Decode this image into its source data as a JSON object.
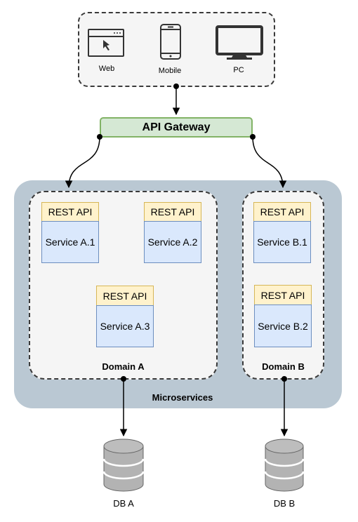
{
  "clients": [
    {
      "label": "Web",
      "icon": "browser-window-icon"
    },
    {
      "label": "Mobile",
      "icon": "mobile-phone-icon"
    },
    {
      "label": "PC",
      "icon": "desktop-monitor-icon"
    }
  ],
  "gateway": {
    "label": "API Gateway"
  },
  "microservices": {
    "label": "Microservices"
  },
  "domains": [
    {
      "label": "Domain A",
      "services": [
        {
          "api": "REST API",
          "name": "Service A.1"
        },
        {
          "api": "REST API",
          "name": "Service A.2"
        },
        {
          "api": "REST API",
          "name": "Service A.3"
        }
      ]
    },
    {
      "label": "Domain B",
      "services": [
        {
          "api": "REST API",
          "name": "Service B.1"
        },
        {
          "api": "REST API",
          "name": "Service B.2"
        }
      ]
    }
  ],
  "databases": [
    {
      "label": "DB A"
    },
    {
      "label": "DB B"
    }
  ],
  "colors": {
    "gateway_fill": "#d5e8d4",
    "gateway_border": "#82b366",
    "rest_fill": "#fff2cc",
    "rest_border": "#d6b656",
    "service_fill": "#dae8fc",
    "service_border": "#6c8ebf",
    "microservices_fill": "#bac8d3",
    "domain_fill": "#f5f5f5"
  }
}
